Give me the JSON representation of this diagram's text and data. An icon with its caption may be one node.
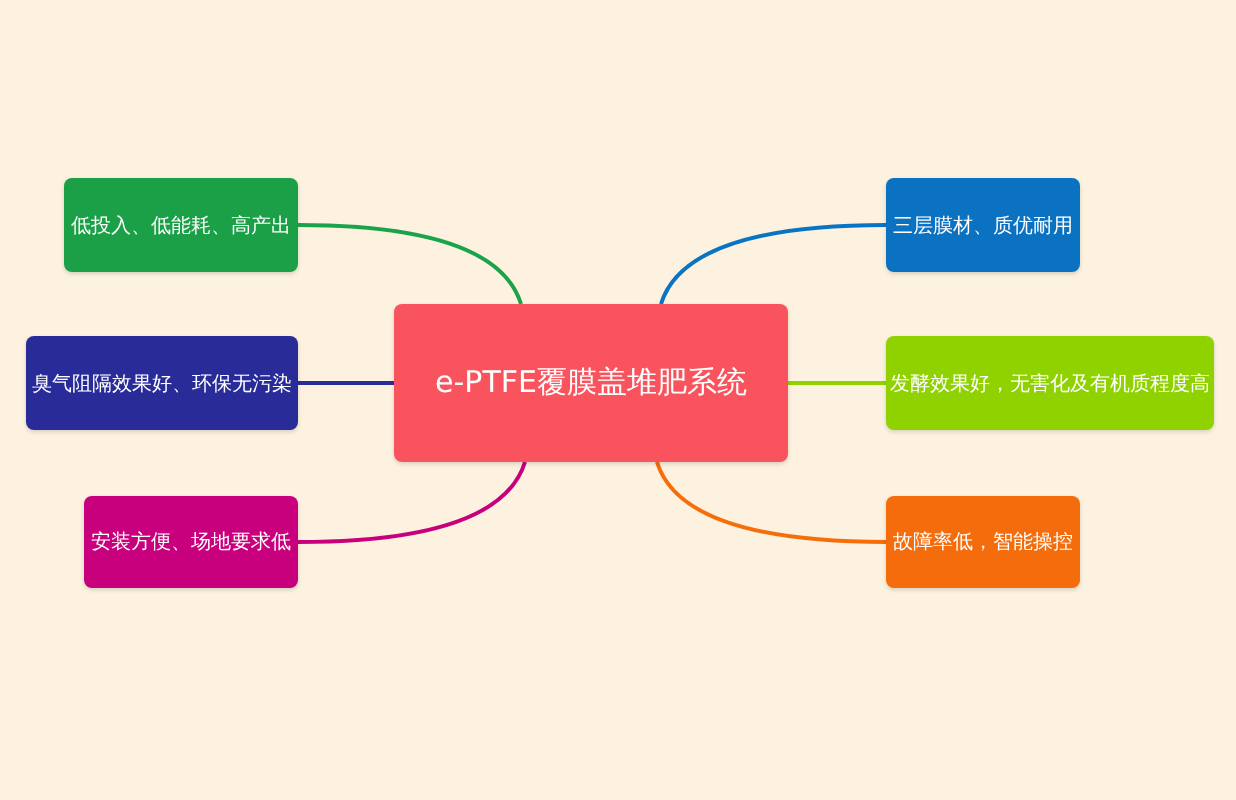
{
  "diagram": {
    "nodes": [
      {
        "text": [
          "e-PTFE覆膜盖堆肥系统"
        ]
      },
      {
        "text": [
          "低投入、低能耗、高产出"
        ]
      },
      {
        "text": [
          "臭气阻隔效果好、环保无污染"
        ]
      },
      {
        "text": [
          "安装方便、场地要求低"
        ]
      },
      {
        "text": [
          "三层膜材、质优耐用"
        ]
      },
      {
        "text": [
          "发酵效果好，无害化及有机质程度高"
        ]
      },
      {
        "text": [
          "故障率低，智能操控"
        ]
      }
    ],
    "edges": [
      {
        "from": 0,
        "to": 1,
        "arrow": "none",
        "color": "#1aa34a"
      },
      {
        "from": 0,
        "to": 2,
        "arrow": "none",
        "color": "#2b2d96"
      },
      {
        "from": 0,
        "to": 3,
        "arrow": "none",
        "color": "#c8007c"
      },
      {
        "from": 0,
        "to": 4,
        "arrow": "none",
        "color": "#0a74c4"
      },
      {
        "from": 0,
        "to": 5,
        "arrow": "none",
        "color": "#8ed300"
      },
      {
        "from": 0,
        "to": 6,
        "arrow": "none",
        "color": "#f56e0a"
      }
    ]
  }
}
